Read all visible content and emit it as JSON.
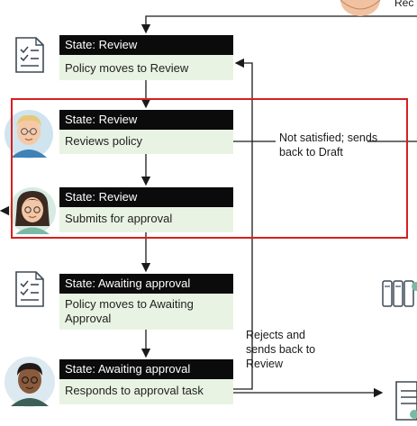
{
  "colors": {
    "header_bg": "#0b0b0b",
    "body_bg": "#e9f3e3",
    "line": "#1a1a1a",
    "highlight": "#d81e1e",
    "icon_stroke": "#3d4a55"
  },
  "steps": [
    {
      "state": "State: Review",
      "text": "Policy moves to Review"
    },
    {
      "state": "State: Review",
      "text": "Reviews policy"
    },
    {
      "state": "State: Review",
      "text": "Submits for approval"
    },
    {
      "state": "State: Awaiting approval",
      "text": "Policy moves to Awaiting Approval"
    },
    {
      "state": "State: Awaiting approval",
      "text": "Responds to approval task"
    }
  ],
  "notes": {
    "not_satisfied": "Not satisfied; sends\nback to Draft",
    "rejects": "Rejects and\nsends back to\nReview",
    "top_cut": "Rec"
  },
  "icons": {
    "checklist": "checklist-icon",
    "reviewer": "reviewer-avatar-icon",
    "submitter": "submitter-avatar-icon",
    "approver": "approver-avatar-icon",
    "binders": "binders-icon",
    "document": "document-icon"
  }
}
